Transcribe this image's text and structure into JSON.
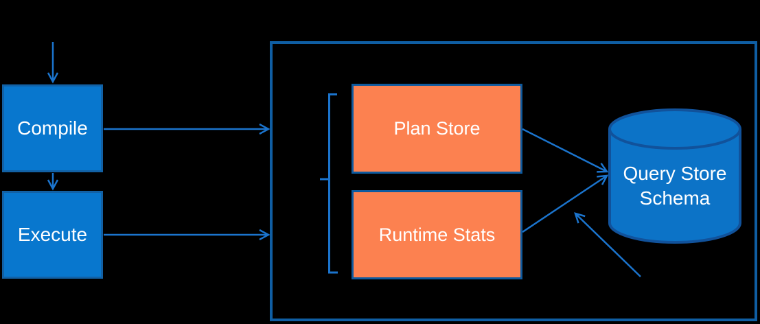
{
  "diagram": {
    "description": "Query Store data flow diagram",
    "nodes": {
      "compile": {
        "label": "Compile"
      },
      "execute": {
        "label": "Execute"
      },
      "plan_store": {
        "label": "Plan Store"
      },
      "runtime_stats": {
        "label": "Runtime Stats"
      },
      "query_store_schema": {
        "line1": "Query Store",
        "line2": "Schema"
      }
    },
    "edges": [
      {
        "from": "incoming-query",
        "to": "compile",
        "style": "arrow"
      },
      {
        "from": "compile",
        "to": "execute",
        "style": "arrow"
      },
      {
        "from": "compile",
        "to": "query-store-boundary",
        "style": "arrow"
      },
      {
        "from": "execute",
        "to": "query-store-boundary",
        "style": "arrow"
      },
      {
        "from": "plan-store",
        "to": "query-store-schema",
        "style": "arrow"
      },
      {
        "from": "runtime-stats",
        "to": "query-store-schema",
        "style": "arrow"
      },
      {
        "from": "lower-right",
        "to": "query-store-schema",
        "style": "arrow"
      },
      {
        "from": "bracket",
        "to": "plan-store-and-runtime-stats",
        "style": "brace"
      }
    ]
  },
  "colors": {
    "background": "#000000",
    "process_fill": "#0877CE",
    "process_border": "#1261A5",
    "store_fill": "#FC8150",
    "store_border": "#0E5A9E",
    "boundary_border": "#0F5EA3",
    "connector": "#1B74CD",
    "cylinder_fill": "#0C73C7",
    "cylinder_border": "#11529B",
    "text": "#FFFFFF"
  }
}
